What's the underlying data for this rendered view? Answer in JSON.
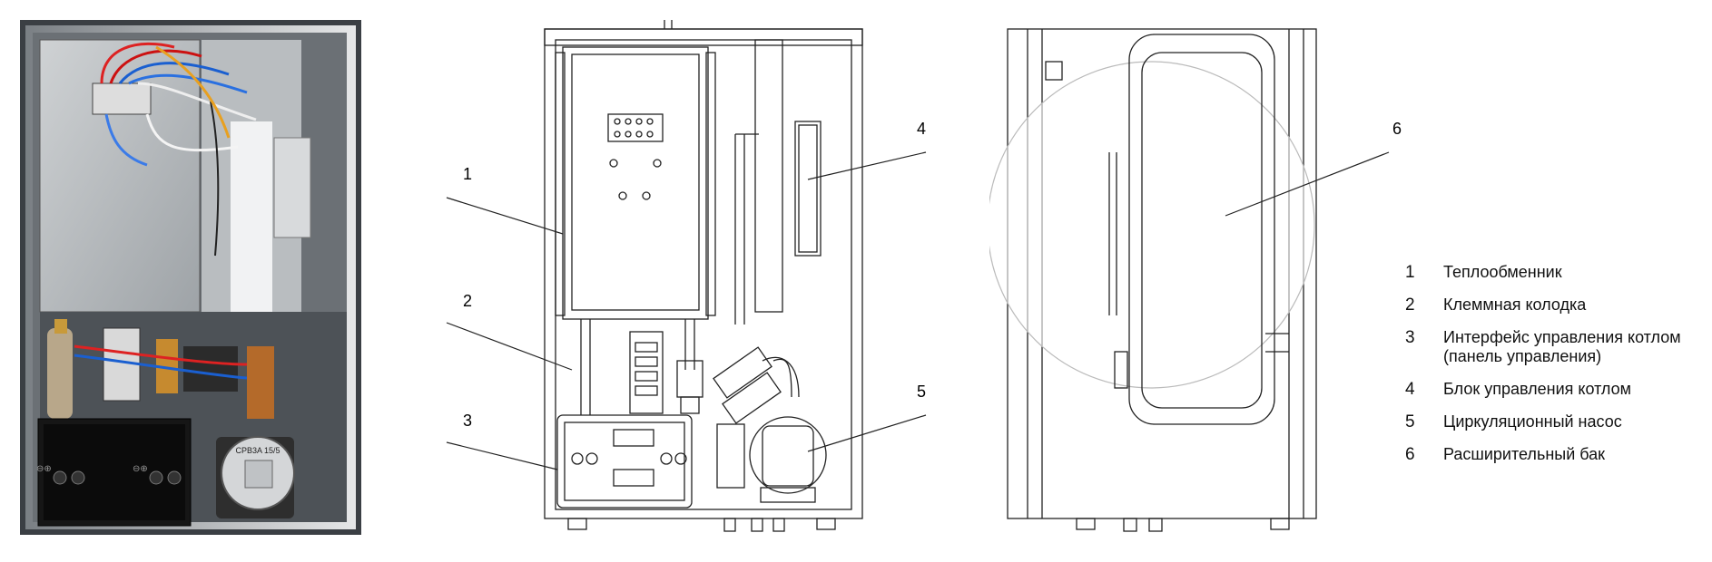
{
  "legend": [
    {
      "num": "1",
      "text": "Теплообменник"
    },
    {
      "num": "2",
      "text": "Клеммная колодка"
    },
    {
      "num": "3",
      "text": "Интерфейс управления котлом\n(панель управления)"
    },
    {
      "num": "4",
      "text": "Блок управления котлом"
    },
    {
      "num": "5",
      "text": "Циркуляционный насос"
    },
    {
      "num": "6",
      "text": "Расширительный бак"
    }
  ],
  "callouts": {
    "front": [
      "1",
      "2",
      "3",
      "4",
      "5"
    ],
    "side": [
      "6"
    ]
  },
  "photo": {
    "display_buttons": [
      "⊖⊕",
      "⊖⊕"
    ],
    "pump_label": "CPB3A 15/5"
  }
}
